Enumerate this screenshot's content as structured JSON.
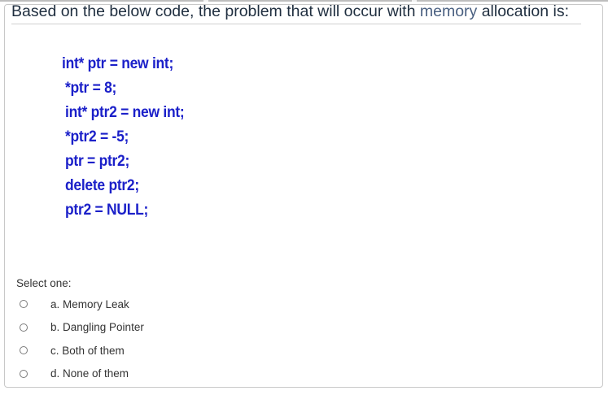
{
  "question": {
    "text_before": "Based on the below code, the problem that will occur with ",
    "text_highlight": "memory",
    "text_after": " allocation is:"
  },
  "code_lines": [
    "int* ptr = new int;",
    "*ptr = 8;",
    "int* ptr2 = new int;",
    "*ptr2 = -5;",
    "ptr = ptr2;",
    "delete ptr2;",
    "ptr2 = NULL;"
  ],
  "select_label": "Select one:",
  "options": [
    {
      "label": "a. Memory Leak"
    },
    {
      "label": "b. Dangling Pointer"
    },
    {
      "label": "c. Both of them"
    },
    {
      "label": "d. None of them"
    }
  ],
  "colors": {
    "code": "#1b20c9",
    "question_text": "#1f2e3f",
    "highlight": "#4a6081"
  }
}
